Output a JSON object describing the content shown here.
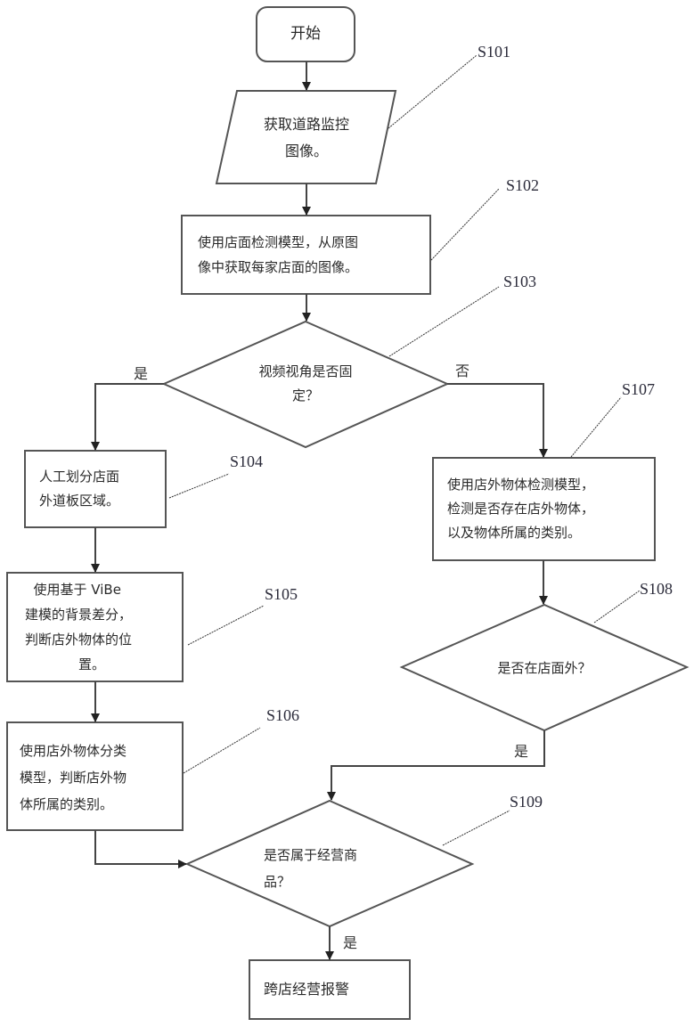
{
  "diagram": {
    "type": "flowchart",
    "nodes": {
      "start": {
        "text": "开始",
        "shape": "terminal"
      },
      "s101": {
        "step": "S101",
        "shape": "io",
        "lines": [
          "获取道路监控",
          "图像。"
        ]
      },
      "s102": {
        "step": "S102",
        "shape": "process",
        "lines": [
          "使用店面检测模型，从原图",
          "像中获取每家店面的图像。"
        ]
      },
      "s103": {
        "step": "S103",
        "shape": "decision",
        "lines": [
          "视频视角是否固",
          "定？"
        ]
      },
      "s104": {
        "step": "S104",
        "shape": "process",
        "lines": [
          "人工划分店面",
          "外道板区域。"
        ]
      },
      "s105": {
        "step": "S105",
        "shape": "process",
        "lines": [
          "  使用基于 ViBe",
          "建模的背景差分，",
          "判断店外物体的位",
          "置。"
        ]
      },
      "s106": {
        "step": "S106",
        "shape": "process",
        "lines": [
          "使用店外物体分类",
          "模型，判断店外物",
          "体所属的类别。"
        ]
      },
      "s107": {
        "step": "S107",
        "shape": "process",
        "lines": [
          "使用店外物体检测模型，",
          "检测是否存在店外物体，",
          "以及物体所属的类别。"
        ]
      },
      "s108": {
        "step": "S108",
        "shape": "decision",
        "lines": [
          "是否在店面外？"
        ]
      },
      "s109": {
        "step": "S109",
        "shape": "decision",
        "lines": [
          "是否属于经营商",
          "品？"
        ]
      },
      "end": {
        "text": "跨店经营报警",
        "shape": "process"
      }
    },
    "branches": {
      "s103_yes": "是",
      "s103_no": "否",
      "s108_yes": "是",
      "s109_yes": "是"
    },
    "edges": [
      [
        "start",
        "s101"
      ],
      [
        "s101",
        "s102"
      ],
      [
        "s102",
        "s103"
      ],
      [
        "s103",
        "s104",
        "是"
      ],
      [
        "s103",
        "s107",
        "否"
      ],
      [
        "s104",
        "s105"
      ],
      [
        "s105",
        "s106"
      ],
      [
        "s106",
        "s109"
      ],
      [
        "s107",
        "s108"
      ],
      [
        "s108",
        "s109",
        "是"
      ],
      [
        "s109",
        "end",
        "是"
      ]
    ]
  }
}
